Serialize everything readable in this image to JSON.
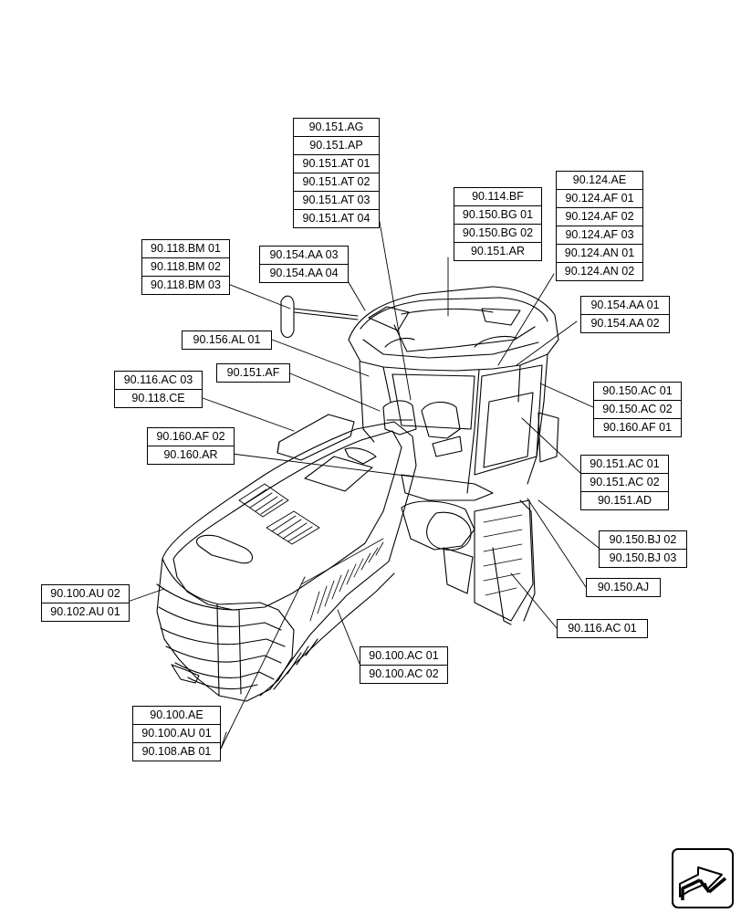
{
  "diagram": {
    "callouts": [
      {
        "id": "cab-roof-top",
        "refs": [
          "90.151.AG",
          "90.151.AP",
          "90.151.AT 01",
          "90.151.AT 02",
          "90.151.AT 03",
          "90.151.AT 04"
        ]
      },
      {
        "id": "roof-center",
        "refs": [
          "90.114.BF",
          "90.150.BG 01",
          "90.150.BG 02",
          "90.151.AR"
        ]
      },
      {
        "id": "roof-right",
        "refs": [
          "90.124.AE",
          "90.124.AF 01",
          "90.124.AF 02",
          "90.124.AF 03",
          "90.124.AN 01",
          "90.124.AN 02"
        ]
      },
      {
        "id": "mirror",
        "refs": [
          "90.118.BM 01",
          "90.118.BM 02",
          "90.118.BM 03"
        ]
      },
      {
        "id": "roof-left",
        "refs": [
          "90.154.AA 03",
          "90.154.AA 04"
        ]
      },
      {
        "id": "cab-upper-right",
        "refs": [
          "90.154.AA 01",
          "90.154.AA 02"
        ]
      },
      {
        "id": "cab-left-pillar",
        "refs": [
          "90.156.AL 01"
        ]
      },
      {
        "id": "seat-console",
        "refs": [
          "90.151.AF"
        ]
      },
      {
        "id": "step-left",
        "refs": [
          "90.116.AC 03",
          "90.118.CE"
        ]
      },
      {
        "id": "cab-right-window",
        "refs": [
          "90.150.AC 01",
          "90.150.AC 02",
          "90.160.AF 01"
        ]
      },
      {
        "id": "floor-front",
        "refs": [
          "90.160.AF 02",
          "90.160.AR"
        ]
      },
      {
        "id": "cab-right-lower",
        "refs": [
          "90.151.AC 01",
          "90.151.AC 02",
          "90.151.AD"
        ]
      },
      {
        "id": "steps-right",
        "refs": [
          "90.150.BJ 02",
          "90.150.BJ 03"
        ]
      },
      {
        "id": "step-panel",
        "refs": [
          "90.150.AJ"
        ]
      },
      {
        "id": "ladder",
        "refs": [
          "90.116.AC 01"
        ]
      },
      {
        "id": "hood-front",
        "refs": [
          "90.100.AU 02",
          "90.102.AU 01"
        ]
      },
      {
        "id": "hood-side",
        "refs": [
          "90.100.AC 01",
          "90.100.AC 02"
        ]
      },
      {
        "id": "hood-lower",
        "refs": [
          "90.100.AE",
          "90.100.AU 01",
          "90.108.AB 01"
        ]
      }
    ]
  },
  "nav": {
    "icon": "next-page-arrow-icon"
  }
}
